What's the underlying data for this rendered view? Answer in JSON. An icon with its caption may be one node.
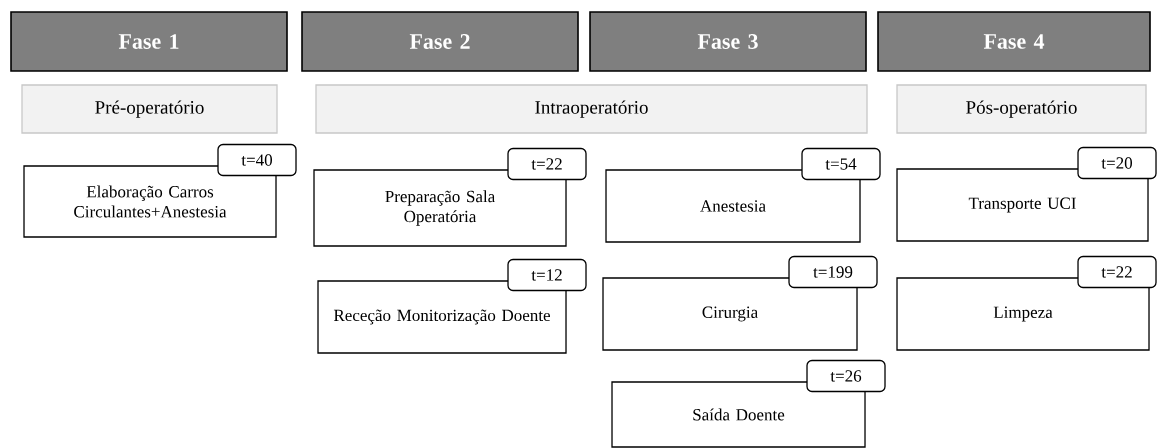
{
  "diagram": {
    "nodes": [
      {
        "text": [
          "Fase 1"
        ]
      },
      {
        "text": [
          "Fase 2"
        ]
      },
      {
        "text": [
          "Fase 3"
        ]
      },
      {
        "text": [
          "Fase 4"
        ]
      },
      {
        "text": [
          "Pré-operatório"
        ]
      },
      {
        "text": [
          "Intraoperatório"
        ]
      },
      {
        "text": [
          "Pós-operatório"
        ]
      },
      {
        "text": [
          "Elaboração Carros Circulantes+Anestesia"
        ],
        "beside": [
          "t=40"
        ]
      },
      {
        "text": [
          "Preparação Sala Operatória"
        ],
        "beside": [
          "t=22"
        ]
      },
      {
        "text": [
          "Anestesia"
        ],
        "beside": [
          "t=54"
        ]
      },
      {
        "text": [
          "Transporte UCI"
        ],
        "beside": [
          "t=20"
        ]
      },
      {
        "text": [
          "Receção Monitorização Doente"
        ],
        "beside": [
          "t=12"
        ]
      },
      {
        "text": [
          "Cirurgia"
        ],
        "beside": [
          "t=199"
        ]
      },
      {
        "text": [
          "Limpeza"
        ],
        "beside": [
          "t=22"
        ]
      },
      {
        "text": [
          "Saída Doente"
        ],
        "beside": [
          "t=26"
        ]
      }
    ]
  }
}
